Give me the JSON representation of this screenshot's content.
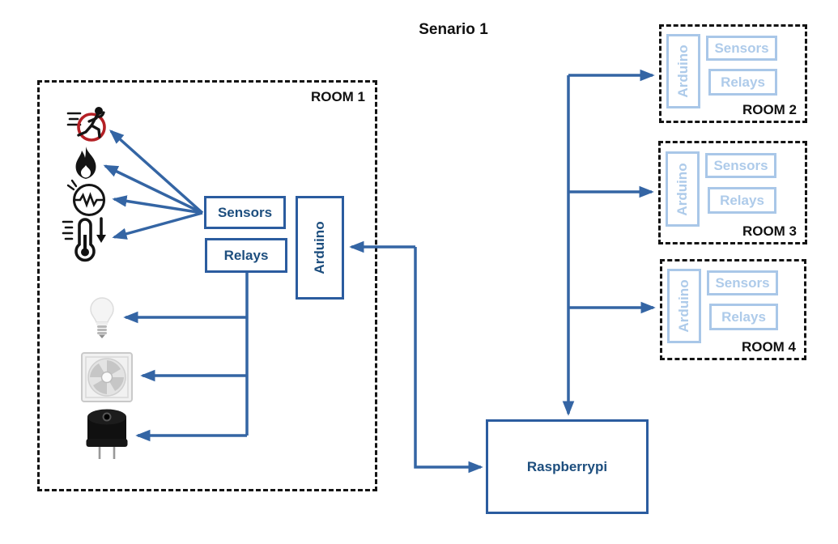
{
  "title": "Senario 1",
  "colors": {
    "accent_dark": "#1d4e7e",
    "box_border": "#2b5c9f",
    "arrow": "#3465a4",
    "faded": "#a9c7e8",
    "faded_text": "#aecbea",
    "motion_ring": "#b42025",
    "dashed": "#141414"
  },
  "room1": {
    "label": "ROOM 1",
    "sensors_label": "Sensors",
    "relays_label": "Relays",
    "arduino_label": "Arduino",
    "sensor_icons": [
      "motion-sensor",
      "flame-sensor",
      "photoresistor-light-sensor",
      "thermometer"
    ],
    "actuator_icons": [
      "light-bulb",
      "fan",
      "buzzer"
    ]
  },
  "rooms": [
    {
      "label": "ROOM 2",
      "arduino_label": "Arduino",
      "sensors_label": "Sensors",
      "relays_label": "Relays"
    },
    {
      "label": "ROOM 3",
      "arduino_label": "Arduino",
      "sensors_label": "Sensors",
      "relays_label": "Relays"
    },
    {
      "label": "ROOM 4",
      "arduino_label": "Arduino",
      "sensors_label": "Sensors",
      "relays_label": "Relays"
    }
  ],
  "raspberry": {
    "label": "Raspberrypi"
  },
  "connections": [
    {
      "from": "sensors",
      "to": "motion-sensor"
    },
    {
      "from": "sensors",
      "to": "flame-sensor"
    },
    {
      "from": "sensors",
      "to": "photoresistor-light-sensor"
    },
    {
      "from": "sensors",
      "to": "thermometer"
    },
    {
      "from": "relays",
      "to": "light-bulb"
    },
    {
      "from": "relays",
      "to": "fan"
    },
    {
      "from": "relays",
      "to": "buzzer"
    },
    {
      "from": "raspberrypi",
      "to": "room1-arduino",
      "bidirectional": true
    },
    {
      "from": "raspberrypi",
      "to": "room2"
    },
    {
      "from": "raspberrypi",
      "to": "room3"
    },
    {
      "from": "raspberrypi",
      "to": "room4"
    }
  ]
}
